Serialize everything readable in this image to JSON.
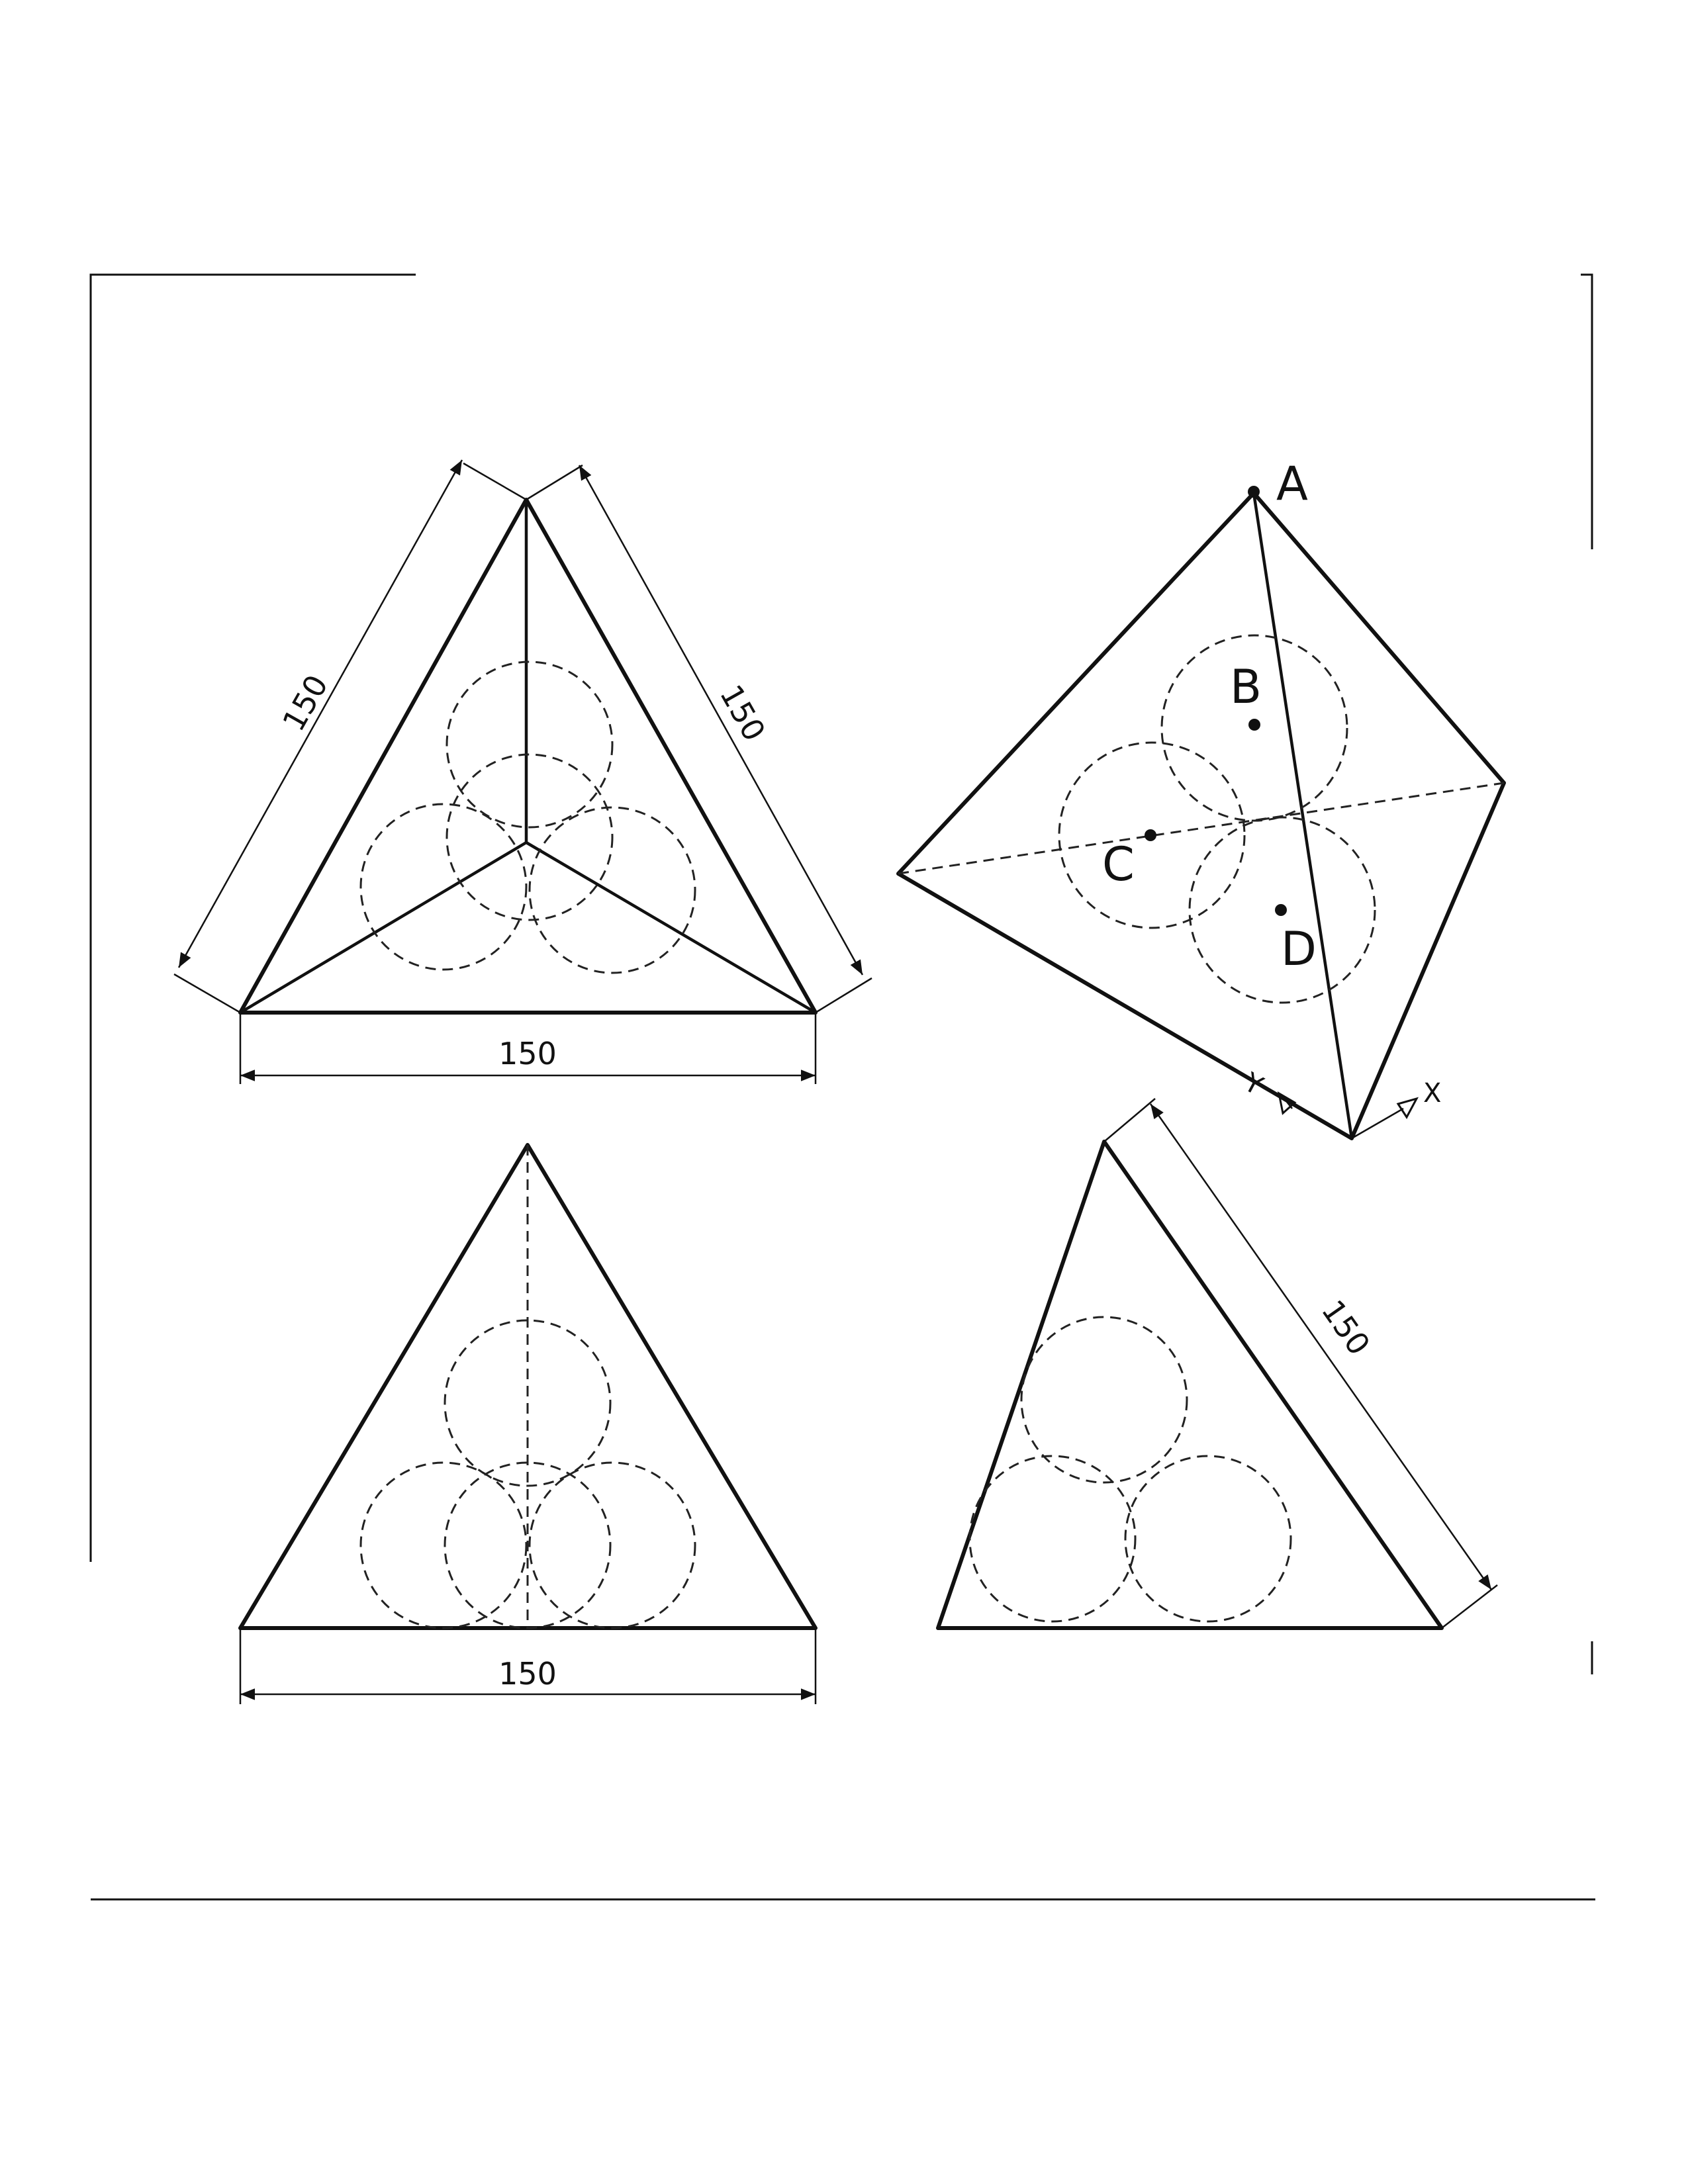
{
  "dimensions": {
    "top_left_left_edge": "150",
    "top_left_right_edge": "150",
    "top_left_base": "150",
    "bottom_left_base": "150",
    "bottom_right_edge": "150"
  },
  "points": {
    "a": "A",
    "b": "B",
    "c": "C",
    "d": "D"
  },
  "axes": {
    "y": "Y",
    "x": "X"
  }
}
